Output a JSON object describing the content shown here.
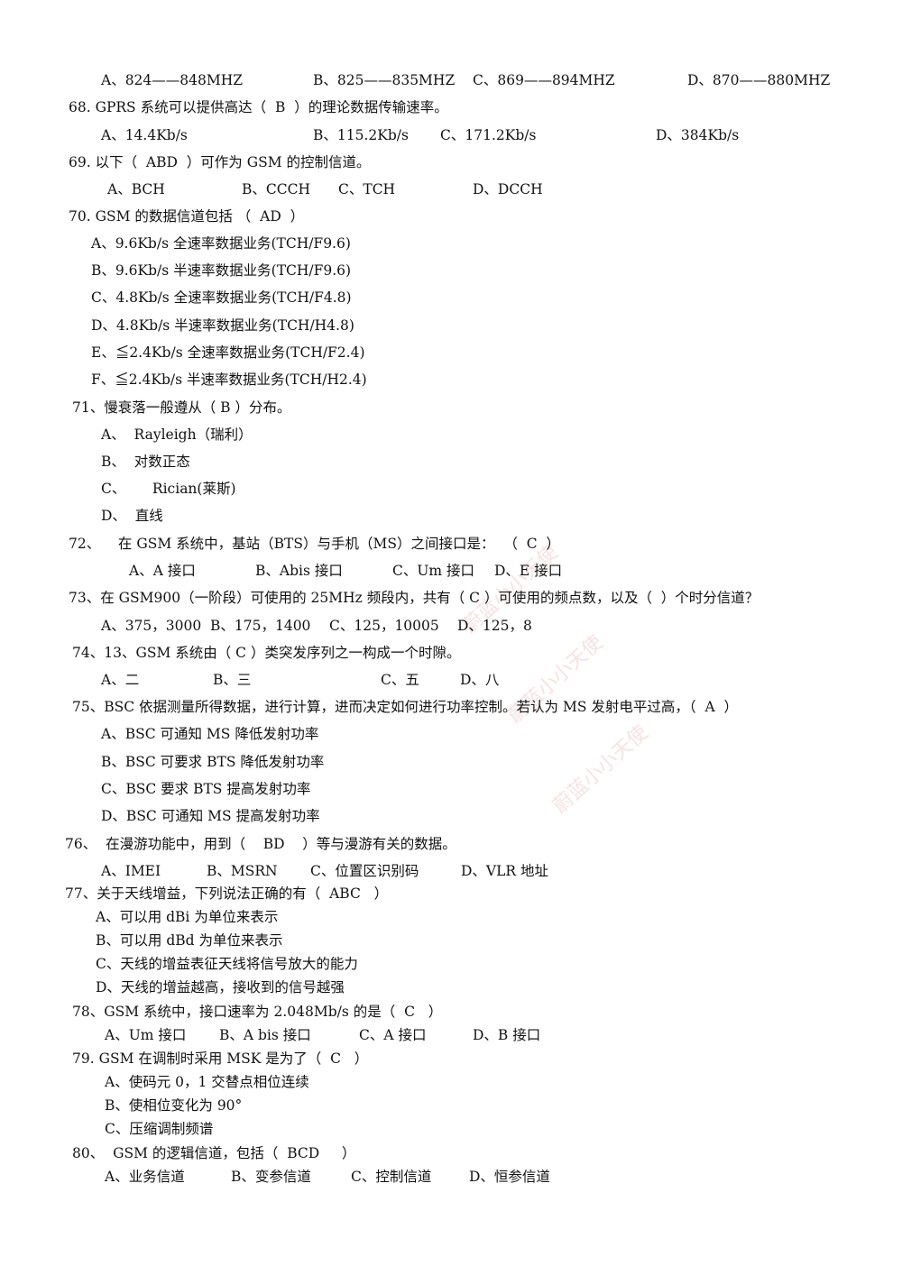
{
  "watermark": {
    "text": "蔚蓝小小天使"
  },
  "questions": [
    {
      "opts": [
        "A、824——848MHZ",
        "B、825——835MHZ",
        "C、869——894MHZ",
        "D、870——880MHZ"
      ]
    },
    {
      "stem": "68. GPRS 系统可以提供高达（  B  ）的理论数据传输速率。",
      "opts": [
        "A、14.4Kb/s",
        "B、115.2Kb/s",
        "C、171.2Kb/s",
        "D、384Kb/s"
      ]
    },
    {
      "stem": "69. 以下（  ABD  ）可作为 GSM 的控制信道。",
      "opts": [
        "A、BCH",
        "B、CCCH",
        "C、TCH",
        "D、DCCH"
      ]
    },
    {
      "stem": "70. GSM 的数据信道包括 （  AD  ）",
      "opts": [
        "A、9.6Kb/s 全速率数据业务(TCH/F9.6)",
        "B、9.6Kb/s 半速率数据业务(TCH/F9.6)",
        "C、4.8Kb/s 全速率数据业务(TCH/F4.8)",
        "D、4.8Kb/s 半速率数据业务(TCH/H4.8)",
        "E、≦2.4Kb/s 全速率数据业务(TCH/F2.4)",
        "F、≦2.4Kb/s 半速率数据业务(TCH/H2.4)"
      ]
    },
    {
      "stem": "71、慢衰落一般遵从（ B ）分布。",
      "opts": [
        "A、  Rayleigh（瑞利）",
        "B、  对数正态",
        "C、      Rician(莱斯)",
        "D、  直线"
      ]
    },
    {
      "stem": "72、    在 GSM 系统中，基站（BTS）与手机（MS）之间接口是：  （  C  ）",
      "opts": [
        "A、A 接口",
        "B、Abis 接口",
        "C、Um 接口",
        "D、E 接口"
      ]
    },
    {
      "stem": "73、在 GSM900（一阶段）可使用的 25MHz 频段内，共有（ C ）可使用的频点数，以及（  ）个时分信道？",
      "opts": [
        "A、375，3000",
        "B、175，1400",
        "C、125，10005",
        "D、125，8"
      ]
    },
    {
      "stem": "74、13、GSM 系统由（ C ）类突发序列之一构成一个时隙。",
      "opts": [
        "A、二",
        "B、三",
        "C、五",
        "D、八"
      ]
    },
    {
      "stem": "75、BSC 依据测量所得数据，进行计算，进而决定如何进行功率控制。若认为 MS 发射电平过高，（  A  ）",
      "opts": [
        "A、BSC 可通知 MS 降低发射功率",
        "B、BSC 可要求 BTS 降低发射功率",
        "C、BSC 要求 BTS 提高发射功率",
        "D、BSC 可通知 MS 提高发射功率"
      ]
    },
    {
      "stem": "76、  在漫游功能中，用到（    BD    ）等与漫游有关的数据。",
      "opts": [
        "A、IMEI",
        "B、MSRN",
        "C、位置区识别码",
        "D、VLR 地址"
      ]
    },
    {
      "stem": "77、关于天线增益，下列说法正确的有（  ABC   ）",
      "opts": [
        "A、可以用 dBi 为单位来表示",
        "B、可以用 dBd 为单位来表示",
        "C、天线的增益表征天线将信号放大的能力",
        "D、天线的增益越高，接收到的信号越强"
      ]
    },
    {
      "stem": "78、GSM 系统中，接口速率为 2.048Mb/s 的是（  C   ）",
      "opts": [
        "A、Um 接口",
        "B、A bis 接口",
        "C、A 接口",
        "D、B 接口"
      ]
    },
    {
      "stem": "79. GSM 在调制时采用 MSK 是为了（  C   ）",
      "opts": [
        "A、使码元 0，1 交替点相位连续",
        "B、使相位变化为 90°",
        "C、压缩调制频谱"
      ]
    },
    {
      "stem": "80、  GSM 的逻辑信道，包括（  BCD     ）",
      "opts": [
        "A、业务信道",
        "B、变参信道",
        "C、控制信道",
        "D、恒参信道"
      ]
    }
  ]
}
